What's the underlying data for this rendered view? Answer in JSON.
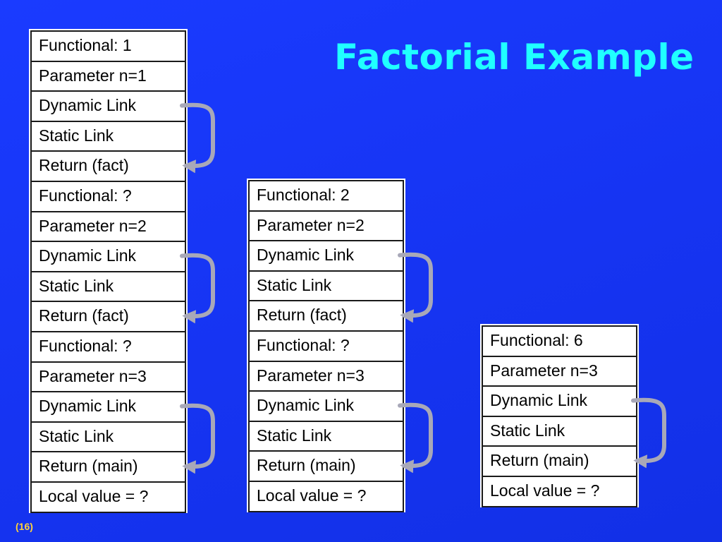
{
  "slide": {
    "title": "Factorial Example",
    "page_number": "(16)"
  },
  "colors": {
    "background": "#1a3bff",
    "title": "#20ffff",
    "arrow": "#a8a8b8",
    "page_number": "#ffd23a"
  },
  "stacks": [
    {
      "cells": [
        "Functional:  1",
        "Parameter n=1",
        "Dynamic Link",
        "Static Link",
        "Return (fact)",
        "Functional:  ?",
        "Parameter n=2",
        "Dynamic Link",
        "Static Link",
        "Return (fact)",
        "Functional: ?",
        "Parameter n=3",
        "Dynamic Link",
        "Static Link",
        "Return (main)",
        "Local value = ?"
      ],
      "links": [
        [
          2,
          4
        ],
        [
          7,
          9
        ],
        [
          12,
          14
        ]
      ]
    },
    {
      "cells": [
        "Functional:  2",
        "Parameter n=2",
        "Dynamic Link",
        "Static Link",
        "Return (fact)",
        "Functional: ?",
        "Parameter n=3",
        "Dynamic Link",
        "Static Link",
        "Return (main)",
        "Local value = ?"
      ],
      "links": [
        [
          2,
          4
        ],
        [
          7,
          9
        ]
      ]
    },
    {
      "cells": [
        "Functional: 6",
        "Parameter n=3",
        "Dynamic Link",
        "Static Link",
        "Return (main)",
        "Local value = ?"
      ],
      "links": [
        [
          2,
          4
        ]
      ]
    }
  ]
}
